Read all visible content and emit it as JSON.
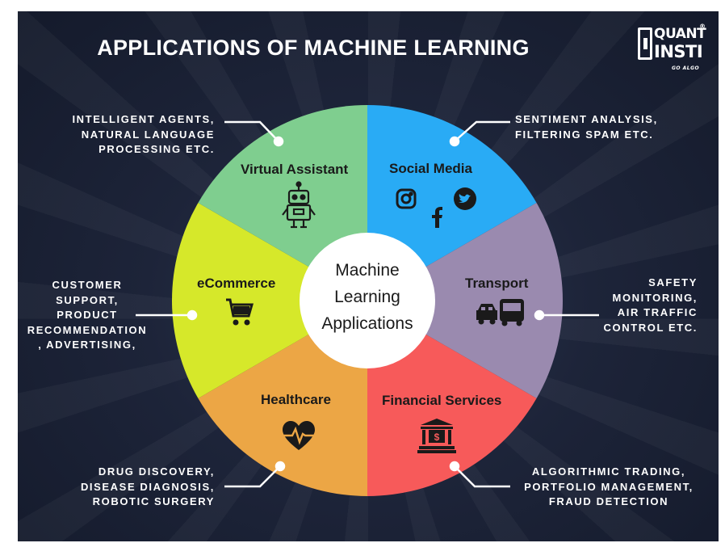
{
  "title": "APPLICATIONS OF MACHINE LEARNING",
  "logo": {
    "line1": "QUANT",
    "line2": "INSTI",
    "tagline": "GO ALGO",
    "registered": "®"
  },
  "center": {
    "line1": "Machine",
    "line2": "Learning",
    "line3": "Applications"
  },
  "segments": [
    {
      "label": "Virtual Assistant",
      "color": "#7fce8f",
      "icon": "robot-icon",
      "annotation": "INTELLIGENT AGENTS,\nNATURAL LANGUAGE\nPROCESSING ETC."
    },
    {
      "label": "Social Media",
      "color": "#29abf5",
      "icon": "social-icons",
      "annotation": "SENTIMENT ANALYSIS,\nFILTERING SPAM ETC."
    },
    {
      "label": "Transport",
      "color": "#9a8aaf",
      "icon": "car-bus-icon",
      "annotation": "SAFETY\nMONITORING,\nAIR TRAFFIC\nCONTROL ETC."
    },
    {
      "label": "Financial Services",
      "color": "#f75a5a",
      "icon": "bank-icon",
      "annotation": "ALGORITHMIC TRADING,\nPORTFOLIO MANAGEMENT,\nFRAUD DETECTION"
    },
    {
      "label": "Healthcare",
      "color": "#eca645",
      "icon": "heartbeat-icon",
      "annotation": "DRUG DISCOVERY,\nDISEASE DIAGNOSIS,\nROBOTIC SURGERY"
    },
    {
      "label": "eCommerce",
      "color": "#d6e82a",
      "icon": "shopping-cart-icon",
      "annotation": "CUSTOMER\nSUPPORT,\nPRODUCT\nRECOMMENDATION\n, ADVERTISING,"
    }
  ]
}
